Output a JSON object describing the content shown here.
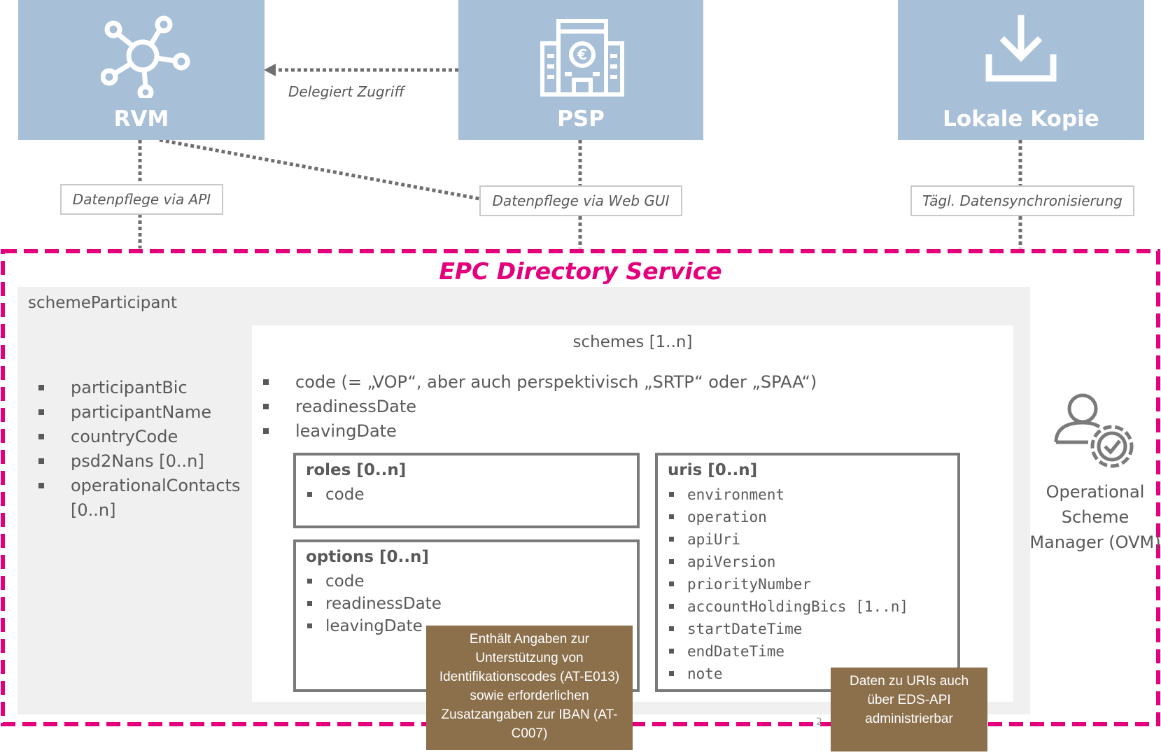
{
  "top_boxes": {
    "rvm": {
      "label": "RVM",
      "icon": "network-hub-icon"
    },
    "psp": {
      "label": "PSP",
      "icon": "bank-building-euro-icon"
    },
    "local": {
      "label": "Lokale Kopie",
      "icon": "download-icon"
    }
  },
  "connectors": {
    "delegiert": "Delegiert Zugriff",
    "api": "Datenpflege via API",
    "webgui": "Datenpflege via Web GUI",
    "sync": "Tägl. Datensynchronisierung"
  },
  "eds": {
    "title": "EPC Directory Service",
    "scheme_participant": {
      "title": "schemeParticipant",
      "fields": [
        "participantBic",
        "participantName",
        "countryCode",
        "psd2Nans [0..n]",
        "operationalContacts [0..n]"
      ]
    },
    "schemes": {
      "title": "schemes [1..n]",
      "fields": [
        "code (= „VOP“, aber auch perspektivisch „SRTP“ oder „SPAA“)",
        "readinessDate",
        "leavingDate"
      ],
      "roles": {
        "title": "roles [0..n]",
        "fields": [
          "code"
        ]
      },
      "options": {
        "title": "options [0..n]",
        "fields": [
          "code",
          "readinessDate",
          "leavingDate"
        ]
      },
      "uris": {
        "title": "uris [0..n]",
        "fields": [
          "environment",
          "operation",
          "apiUri",
          "apiVersion",
          "priorityNumber",
          "accountHoldingBics [1..n]",
          "startDateTime",
          "endDateTime",
          "note"
        ]
      }
    },
    "ovm": {
      "label": "Operational Scheme Manager (OVM)",
      "icon": "user-gear-icon"
    }
  },
  "notes": {
    "options_note": "Enthält Angaben zur Unterstützung von Identifikationscodes (AT-E013) sowie erforderlichen Zusatzangaben zur IBAN (AT-C007)",
    "uris_note": "Daten zu URIs auch über EDS-API administrierbar"
  },
  "page_number": "2",
  "colors": {
    "box_blue": "#a8bfd8",
    "eds_magenta": "#e3007a",
    "note_brown": "#8c6f4b",
    "text_grey": "#595959"
  }
}
